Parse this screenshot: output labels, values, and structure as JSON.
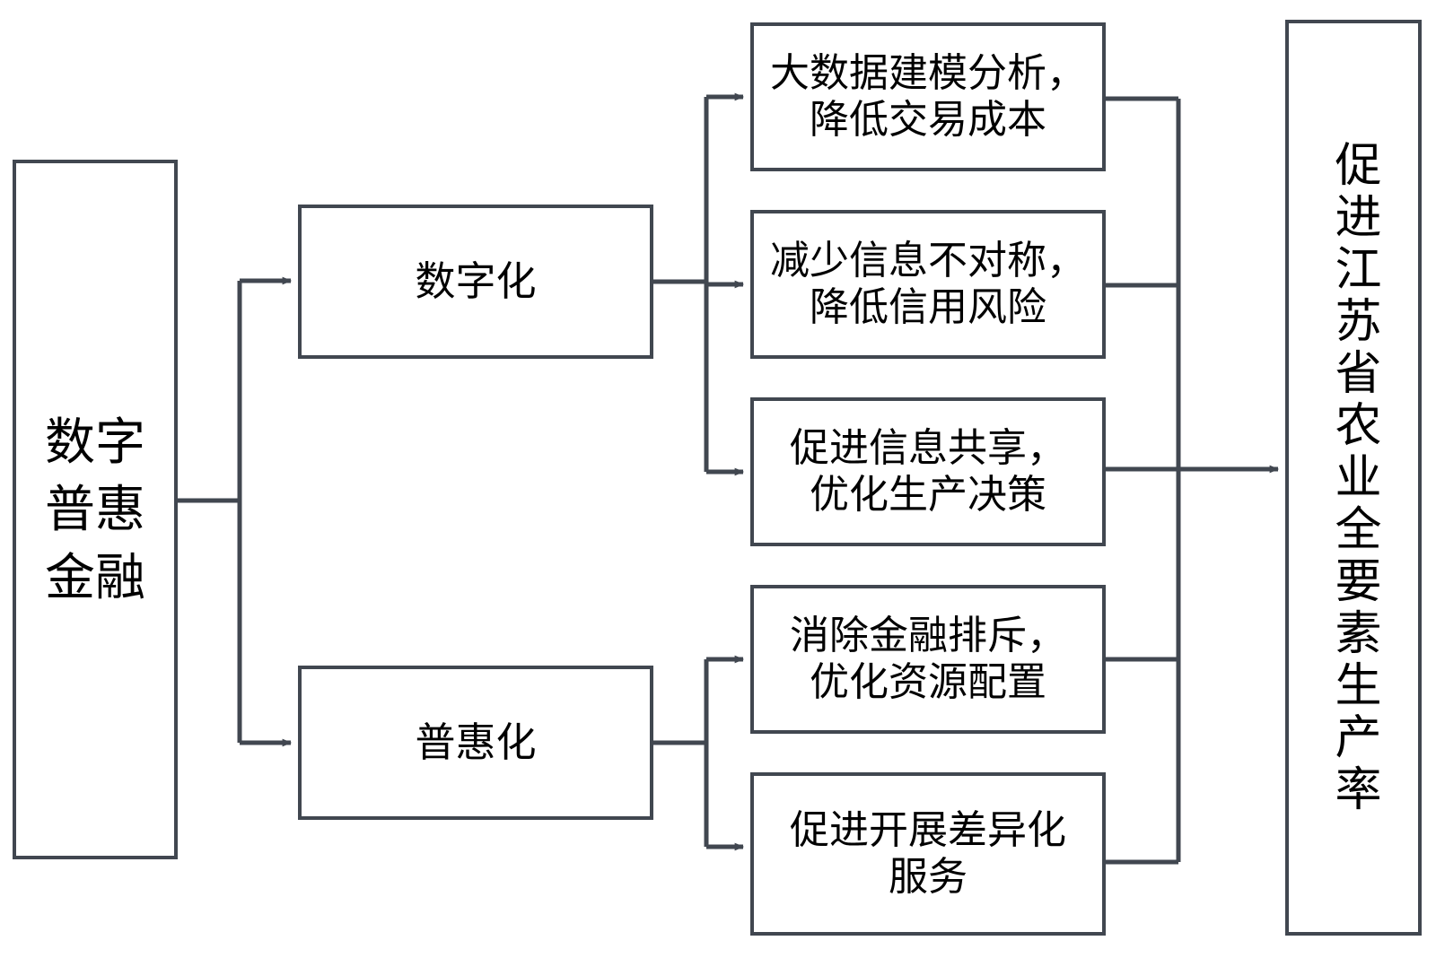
{
  "diagram": {
    "type": "flowchart",
    "title_text_present": false,
    "orientation": "left-to-right",
    "colors": {
      "box_border": "#414750",
      "box_fill": "#ffffff",
      "connector": "#414750",
      "text": "#000000"
    },
    "source": {
      "id": "node-source",
      "label": "数字\n普惠\n金融"
    },
    "middle": [
      {
        "id": "node-digital",
        "label": "数字化"
      },
      {
        "id": "node-inclusive",
        "label": "普惠化"
      }
    ],
    "effects": [
      {
        "id": "node-effect-0",
        "label": "大数据建模分析，\n降低交易成本",
        "parent": "node-digital"
      },
      {
        "id": "node-effect-1",
        "label": "减少信息不对称，\n降低信用风险",
        "parent": "node-digital"
      },
      {
        "id": "node-effect-2",
        "label": "促进信息共享，\n优化生产决策",
        "parent": "node-digital"
      },
      {
        "id": "node-effect-3",
        "label": "消除金融排斥，\n优化资源配置",
        "parent": "node-inclusive"
      },
      {
        "id": "node-effect-4",
        "label": "促进开展差异化\n服务",
        "parent": "node-inclusive"
      }
    ],
    "outcome": {
      "id": "node-outcome",
      "label": "促进江苏省农业全要素生产率"
    }
  }
}
